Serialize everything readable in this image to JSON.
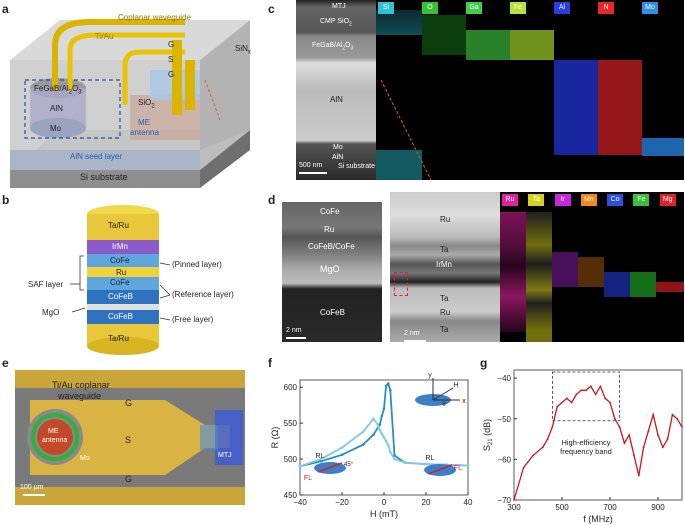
{
  "panel_labels": {
    "a": "a",
    "b": "b",
    "c": "c",
    "d": "d",
    "e": "e",
    "f": "f",
    "g": "g"
  },
  "panel_a": {
    "coplanar": "Coplanar waveguide",
    "tiau": "Ti/Au",
    "sinx": "SiN",
    "sinx_sub": "x",
    "g1": "G",
    "s": "S",
    "g2": "G",
    "fegab": "FeGaB/Al",
    "fegab_sub1": "2",
    "fegab_mid": "O",
    "fegab_sub2": "3",
    "aln": "AlN",
    "mo": "Mo",
    "sio2": "SiO",
    "sio2_sub": "2",
    "me": "ME",
    "antenna": "antenna",
    "seed": "AlN seed layer",
    "si": "Si substrate"
  },
  "panel_b": {
    "layers": [
      "Ta/Ru",
      "IrMn",
      "CoFe",
      "Ru",
      "CoFe",
      "CoFeB",
      "CoFeB",
      "Ta/Ru"
    ],
    "saf": "SAF layer",
    "mgo": "MgO",
    "pinned": "(Pinned layer)",
    "reference": "(Reference layer)",
    "free": "(Free layer)"
  },
  "panel_c": {
    "mtj": "MTJ",
    "cmp": "CMP SiO",
    "cmp_sub": "2",
    "fegab": "FeGaB/Al",
    "fegab_sub1": "2",
    "fegab_mid": "O",
    "fegab_sub2": "3",
    "aln": "AlN",
    "mo": "Mo",
    "aln2": "AlN",
    "si": "Si substrate",
    "scale": "500 nm",
    "channels": [
      {
        "name": "Si",
        "color": "#2ec4d6"
      },
      {
        "name": "O",
        "color": "#36c236"
      },
      {
        "name": "Ga",
        "color": "#3fcf4a"
      },
      {
        "name": "Fe",
        "color": "#b6e23a"
      },
      {
        "name": "Al",
        "color": "#2a3de0"
      },
      {
        "name": "N",
        "color": "#e8262b"
      },
      {
        "name": "Mo",
        "color": "#2f8fe6"
      }
    ]
  },
  "panel_d": {
    "left_labels": [
      "CoFe",
      "Ru",
      "CoFeB/CoFe",
      "MgO",
      "CoFeB"
    ],
    "right_labels": [
      "Ru",
      "Ta",
      "IrMn",
      "Ta",
      "Ru",
      "Ta"
    ],
    "scale_left": "2 nm",
    "scale_right": "2 nm",
    "channels": [
      {
        "name": "Ru",
        "color": "#e0239c"
      },
      {
        "name": "Ta",
        "color": "#d6d21c"
      },
      {
        "name": "Ir",
        "color": "#c42ad9"
      },
      {
        "name": "Mn",
        "color": "#f08a1a"
      },
      {
        "name": "Co",
        "color": "#2a52e0"
      },
      {
        "name": "Fe",
        "color": "#39c139"
      },
      {
        "name": "Mg",
        "color": "#e0232b"
      }
    ]
  },
  "panel_e": {
    "cpw1": "Ti/Au coplanar",
    "cpw2": "waveguide",
    "g1": "G",
    "s": "S",
    "g2": "G",
    "me1": "ME",
    "me2": "antenna",
    "mo": "Mo",
    "mtj": "MTJ",
    "scale": "100 μm"
  },
  "panel_f": {
    "ylabel": "R (Ω)",
    "xlabel": "H (mT)",
    "xticks": [
      "−40",
      "−20",
      "0",
      "20",
      "40"
    ],
    "yticks": [
      "450",
      "500",
      "550",
      "600"
    ],
    "rl": "RL",
    "fl": "FL",
    "angle": "45°",
    "axes_x": "x",
    "axes_y": "y",
    "axes_h": "H",
    "axes_theta": "θ",
    "chart_data": {
      "type": "line",
      "xlim": [
        -40,
        40
      ],
      "ylim": [
        450,
        610
      ],
      "series": [
        {
          "x": [
            -40,
            -30,
            -20,
            -10,
            -5,
            -2,
            -1,
            0,
            1,
            2,
            3,
            5,
            10,
            20,
            30,
            40
          ],
          "y": [
            490,
            497,
            506,
            520,
            534,
            548,
            560,
            570,
            602,
            605,
            596,
            505,
            495,
            493,
            492,
            491
          ]
        },
        {
          "x": [
            40,
            30,
            20,
            10,
            5,
            3,
            2,
            1,
            0,
            -1,
            -2,
            -3,
            -5,
            -10,
            -20,
            -30,
            -40
          ],
          "y": [
            491,
            492,
            493,
            495,
            500,
            510,
            520,
            525,
            530,
            535,
            540,
            548,
            556,
            538,
            516,
            500,
            490
          ]
        }
      ]
    }
  },
  "panel_g": {
    "ylabel": "S",
    "ylabel_sub": "21",
    "ylabel_unit": " (dB)",
    "xlabel": "f (MHz)",
    "xticks": [
      "300",
      "500",
      "700",
      "900"
    ],
    "yticks": [
      "−40",
      "−50",
      "−60",
      "−70"
    ],
    "annotation1": "High-efficiency",
    "annotation2": "frequency band",
    "chart_data": {
      "type": "line",
      "xlim": [
        300,
        1000
      ],
      "ylim": [
        -70,
        -38
      ],
      "series": [
        {
          "x": [
            300,
            340,
            380,
            420,
            440,
            460,
            480,
            500,
            520,
            540,
            560,
            580,
            600,
            620,
            640,
            660,
            680,
            700,
            720,
            740,
            760,
            780,
            800,
            820,
            840,
            860,
            880,
            900,
            920,
            940,
            960,
            980,
            1000
          ],
          "y": [
            -70,
            -62,
            -59,
            -57,
            -55,
            -52,
            -47,
            -46,
            -45,
            -46,
            -44,
            -43,
            -43,
            -42,
            -44,
            -42,
            -45,
            -46,
            -50,
            -52,
            -56,
            -54,
            -59,
            -64,
            -57,
            -53,
            -49,
            -54,
            -57,
            -55,
            -49,
            -50,
            -52
          ]
        }
      ]
    }
  }
}
